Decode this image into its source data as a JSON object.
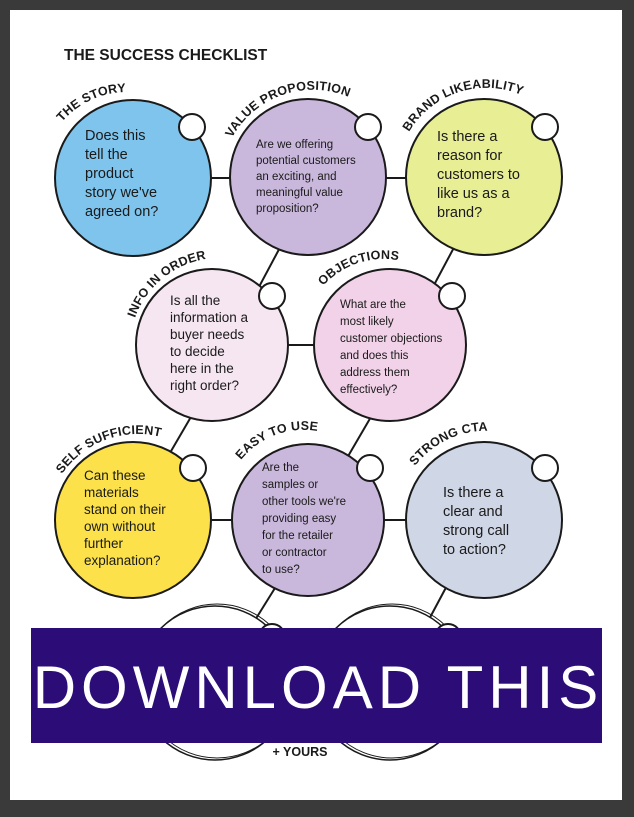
{
  "title": "THE SUCCESS CHECKLIST",
  "colors": {
    "story": "#7ec4ec",
    "value": "#c9b8dc",
    "brand": "#e7ee94",
    "info": "#f6e6f1",
    "objections": "#f1d2e8",
    "self": "#fce14a",
    "easy": "#c9b8dc",
    "cta": "#cfd6e6",
    "banner": "#2c0d78"
  },
  "items": [
    {
      "label": "THE STORY",
      "lines": [
        "Does this",
        "tell the",
        "product",
        "story we've",
        "agreed on?"
      ]
    },
    {
      "label": "VALUE PROPOSITION",
      "lines": [
        "Are we offering",
        "potential customers",
        "an exciting, and",
        "meaningful value",
        "proposition?"
      ]
    },
    {
      "label": "BRAND LIKEABILITY",
      "lines": [
        "Is there a",
        "reason for",
        "customers to",
        "like us as a",
        "brand?"
      ]
    },
    {
      "label": "INFO IN ORDER",
      "lines": [
        "Is all the",
        "information a",
        "buyer needs",
        "to decide",
        "here in the",
        "right order?"
      ]
    },
    {
      "label": "OBJECTIONS",
      "lines": [
        "What are the",
        "most likely",
        "customer objections",
        "and does this",
        "address them",
        "effectively?"
      ]
    },
    {
      "label": "SELF SUFFICIENT",
      "lines": [
        "Can these",
        "materials",
        "stand on their",
        "own without",
        "further",
        "explanation?"
      ]
    },
    {
      "label": "EASY TO USE",
      "lines": [
        "Are the",
        "samples or",
        "other tools we're",
        "providing easy",
        "for the retailer",
        "or contractor",
        "to use?"
      ]
    },
    {
      "label": "STRONG CTA",
      "lines": [
        "Is there a",
        "clear and",
        "strong call",
        "to action?"
      ]
    }
  ],
  "plus_sign": "+",
  "yours": "+ YOURS",
  "banner": {
    "text": "DOWNLOAD THIS"
  }
}
